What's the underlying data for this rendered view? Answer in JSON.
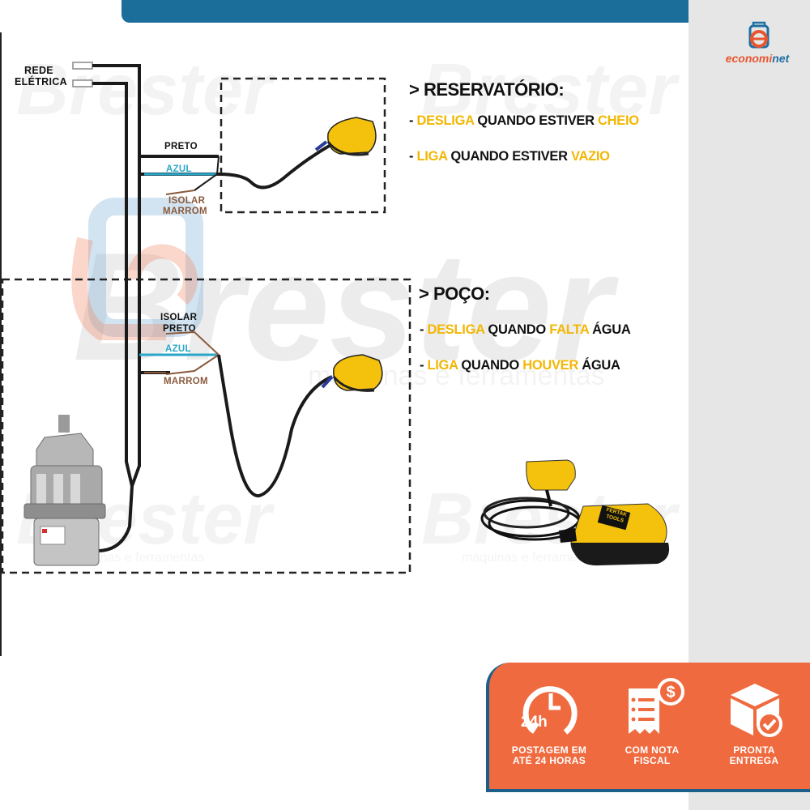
{
  "header": {
    "brand_logo": "econominet"
  },
  "diagram": {
    "power_label": [
      "REDE",
      "ELÉTRICA"
    ],
    "reservoir_wires": {
      "black": "PRETO",
      "blue": "AZUL",
      "isolate": "ISOLAR",
      "brown": "MARROM"
    },
    "well_wires": {
      "isolate": "ISOLAR",
      "black": "PRETO",
      "blue": "AZUL",
      "brown": "MARROM"
    },
    "reservoir": {
      "heading": "> RESERVATÓRIO:",
      "line1": {
        "dash": "- ",
        "a": "DESLIGA",
        "b": " QUANDO ESTIVER ",
        "c": "CHEIO"
      },
      "line2": {
        "dash": "- ",
        "a": "LIGA",
        "b": " QUANDO ESTIVER ",
        "c": "VAZIO"
      }
    },
    "well": {
      "heading": "> POÇO:",
      "line1": {
        "dash": "- ",
        "a": "DESLIGA",
        "b": " QUANDO ",
        "c": "FALTA",
        "d": " ÁGUA"
      },
      "line2": {
        "dash": "- ",
        "a": "LIGA",
        "b": " QUANDO ",
        "c": "HOUVER",
        "d": " ÁGUA"
      }
    },
    "product_label": [
      "FERTAK",
      "TOOLS"
    ],
    "watermark": {
      "brand": "Brester",
      "tagline": "máquinas e ferramentas"
    }
  },
  "badges": [
    {
      "icon": "clock-24h-icon",
      "icon_text": "24h",
      "caption": [
        "POSTAGEM EM",
        "ATÉ 24 HORAS"
      ]
    },
    {
      "icon": "invoice-icon",
      "caption": [
        "COM NOTA",
        "FISCAL"
      ]
    },
    {
      "icon": "box-check-icon",
      "caption": [
        "PRONTA",
        "ENTREGA"
      ]
    }
  ],
  "colors": {
    "accent_blue": "#1b6e99",
    "highlight_yellow": "#f2b705",
    "banner_orange": "#ef6a3f",
    "side_panel": "#e6e6e6",
    "wire_blue": "#2aa6c9",
    "wire_brown": "#8b5a3c"
  }
}
